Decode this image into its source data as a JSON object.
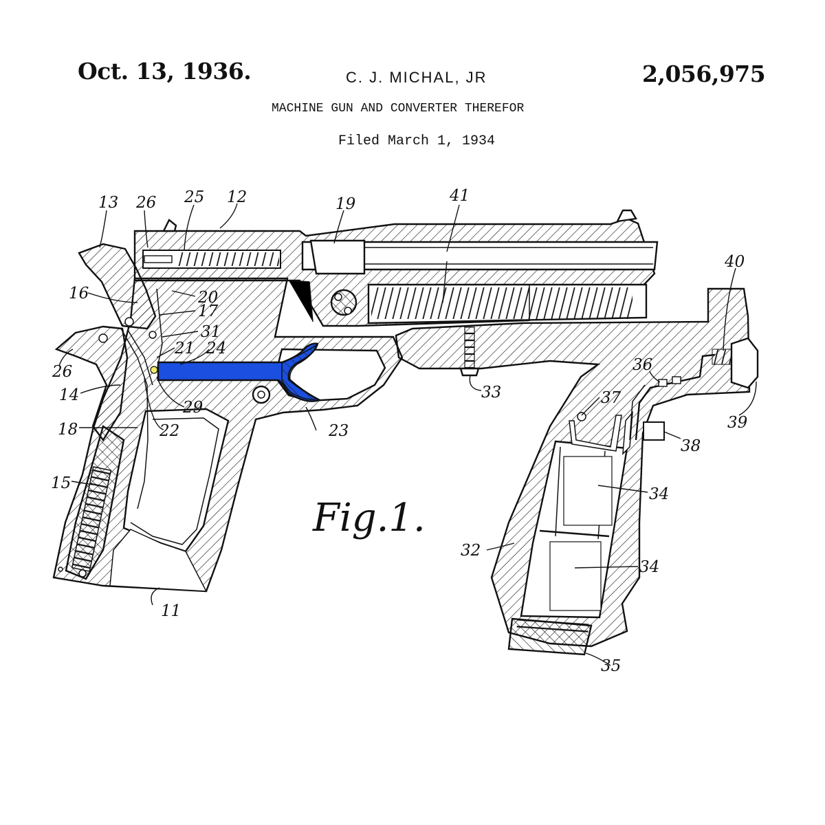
{
  "header": {
    "date": "Oct. 13, 1936.",
    "inventor": "C. J. MICHAL, JR",
    "patent_number": "2,056,975",
    "title": "MACHINE GUN AND CONVERTER THEREFOR",
    "filed": "Filed March 1, 1934"
  },
  "figure": {
    "caption": "Fig.1.",
    "highlight_color": "#1a4fe0",
    "labels": [
      {
        "id": "11",
        "text": "11"
      },
      {
        "id": "12",
        "text": "12"
      },
      {
        "id": "13",
        "text": "13"
      },
      {
        "id": "14",
        "text": "14"
      },
      {
        "id": "15",
        "text": "15"
      },
      {
        "id": "16",
        "text": "16"
      },
      {
        "id": "17",
        "text": "17"
      },
      {
        "id": "18",
        "text": "18"
      },
      {
        "id": "19",
        "text": "19"
      },
      {
        "id": "20",
        "text": "20"
      },
      {
        "id": "21",
        "text": "21"
      },
      {
        "id": "22",
        "text": "22"
      },
      {
        "id": "23",
        "text": "23"
      },
      {
        "id": "24",
        "text": "24"
      },
      {
        "id": "25",
        "text": "25"
      },
      {
        "id": "26a",
        "text": "26"
      },
      {
        "id": "26b",
        "text": "26"
      },
      {
        "id": "29",
        "text": "29"
      },
      {
        "id": "31",
        "text": "31"
      },
      {
        "id": "32",
        "text": "32"
      },
      {
        "id": "33",
        "text": "33"
      },
      {
        "id": "34a",
        "text": "34"
      },
      {
        "id": "34b",
        "text": "34"
      },
      {
        "id": "35",
        "text": "35"
      },
      {
        "id": "36",
        "text": "36"
      },
      {
        "id": "37",
        "text": "37"
      },
      {
        "id": "38",
        "text": "38"
      },
      {
        "id": "39",
        "text": "39"
      },
      {
        "id": "40",
        "text": "40"
      },
      {
        "id": "41",
        "text": "41"
      }
    ]
  }
}
